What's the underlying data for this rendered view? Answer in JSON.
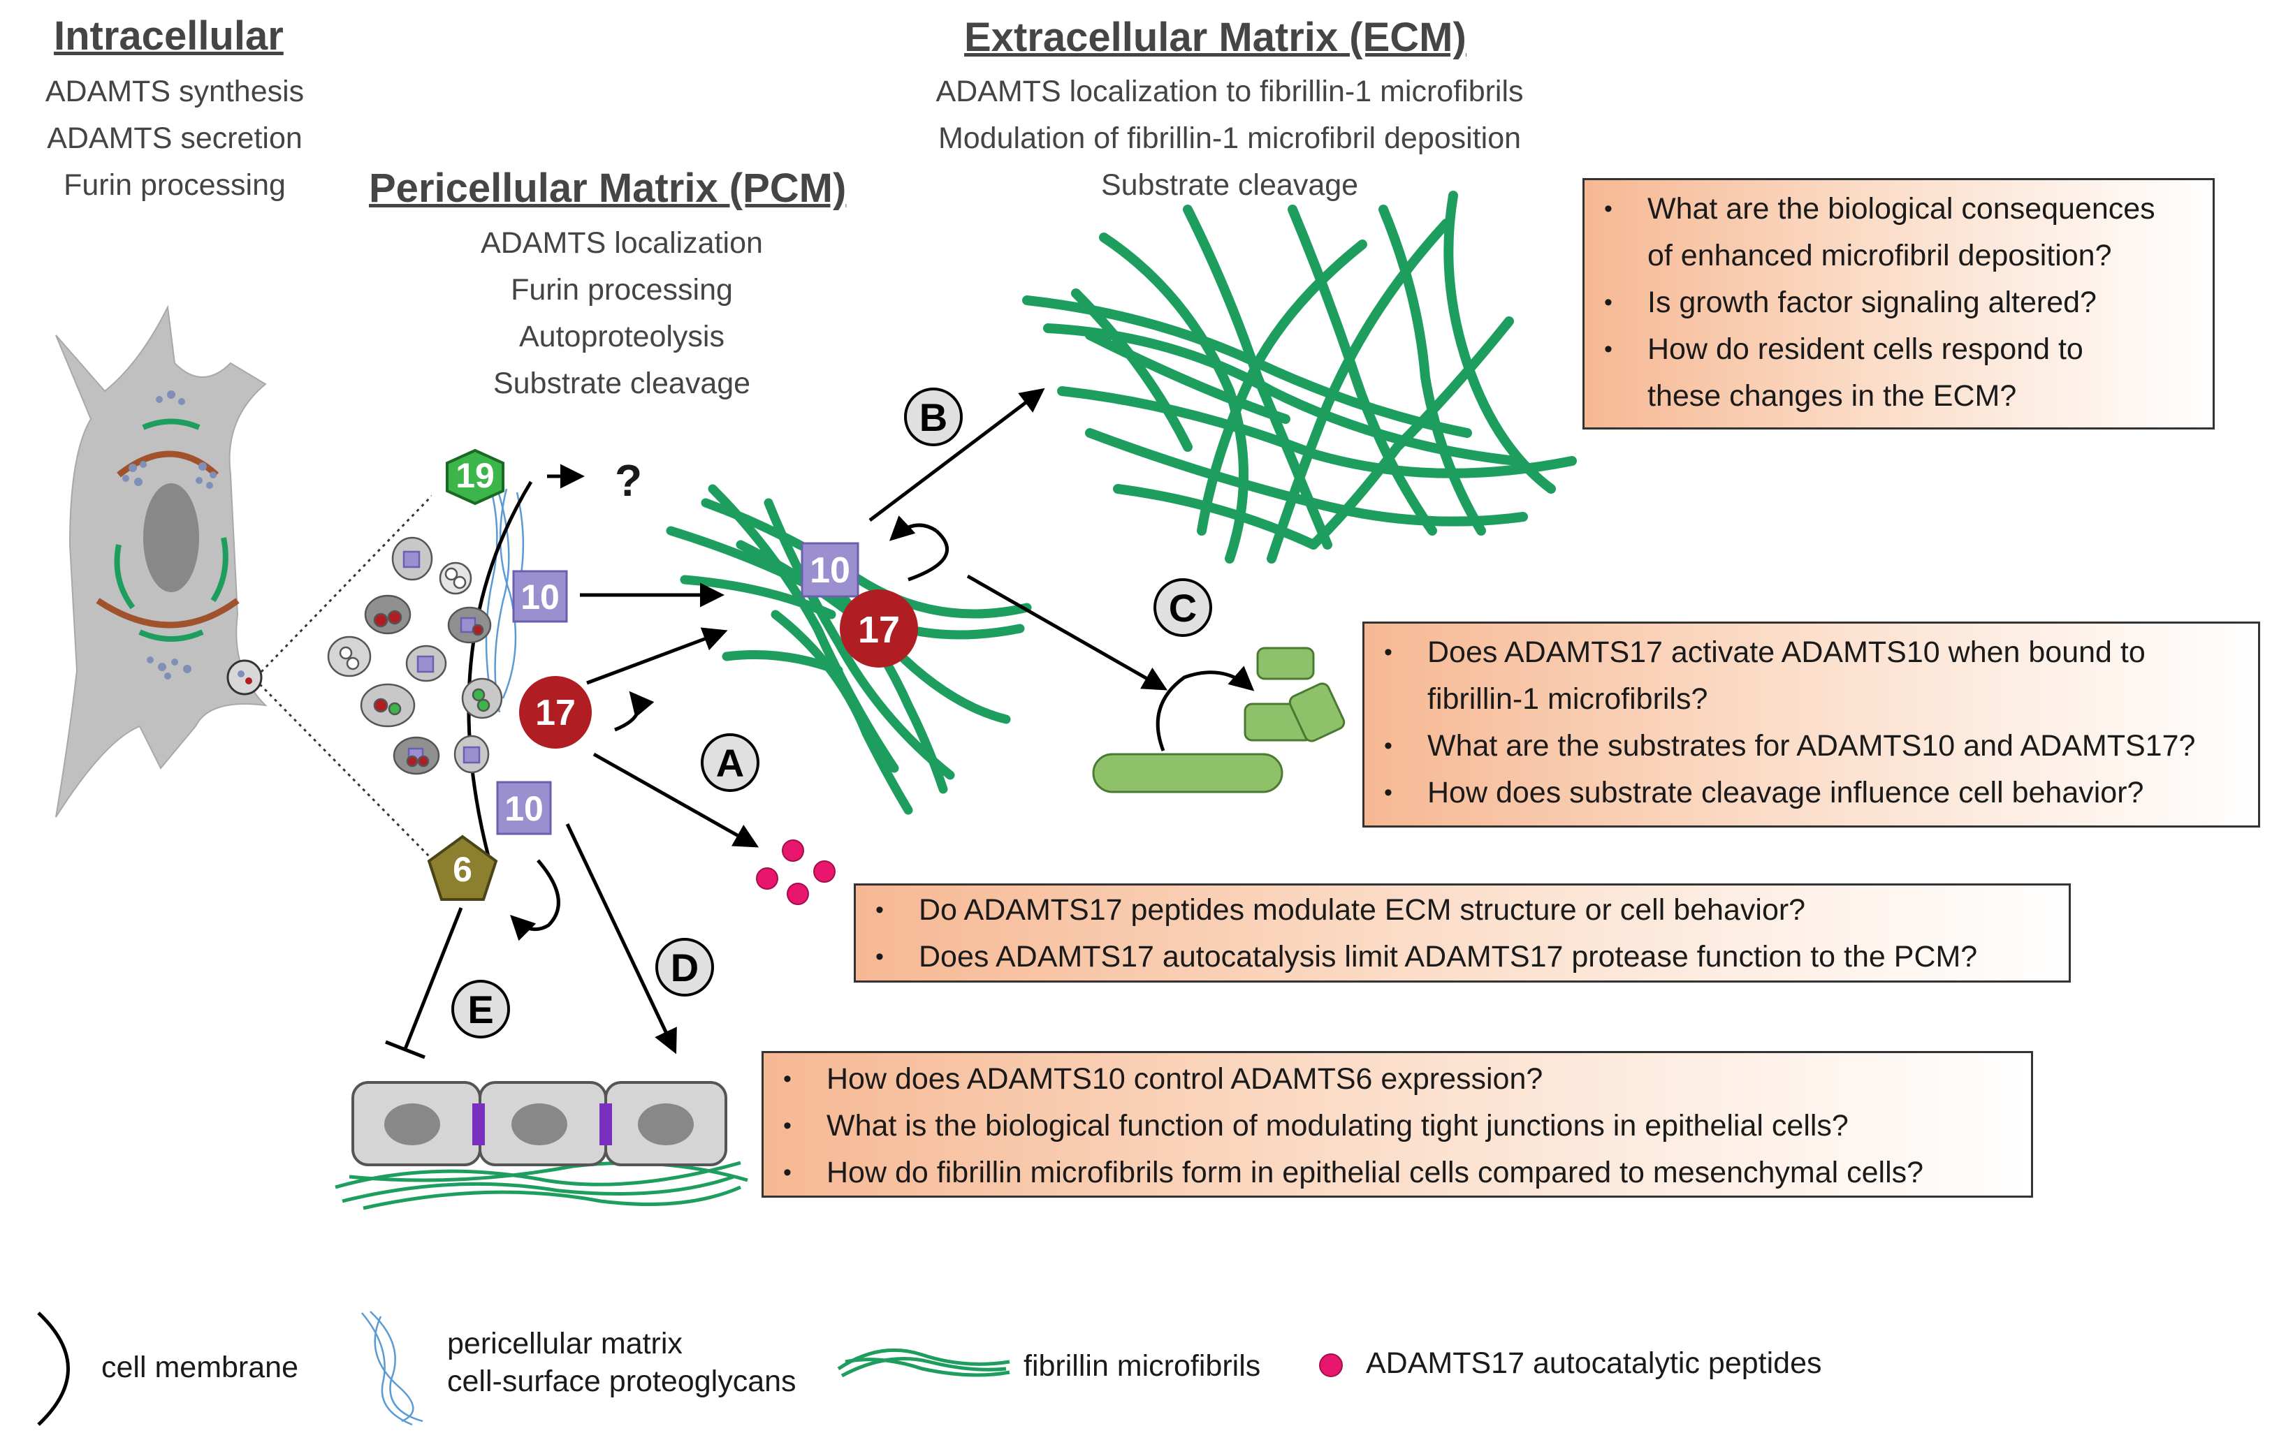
{
  "sections": {
    "intracellular": {
      "title": "Intracellular",
      "items": [
        "ADAMTS synthesis",
        "ADAMTS secretion",
        "Furin processing"
      ]
    },
    "pcm": {
      "title": "Pericellular Matrix (PCM)",
      "items": [
        "ADAMTS localization",
        "Furin processing",
        "Autoproteolysis",
        "Substrate cleavage"
      ]
    },
    "ecm": {
      "title": "Extracellular Matrix (ECM)",
      "items": [
        "ADAMTS localization to fibrillin-1 microfibrils",
        "Modulation of fibrillin-1 microfibril deposition",
        "Substrate cleavage"
      ]
    }
  },
  "markers": {
    "adamts19": "19",
    "adamts10": "10",
    "adamts17": "17",
    "adamts6": "6",
    "unknown": "?"
  },
  "pathway_labels": [
    "A",
    "B",
    "C",
    "D",
    "E"
  ],
  "question_boxes": {
    "b": [
      "What are the biological consequences",
      "of enhanced microfibril deposition?",
      "Is growth factor signaling altered?",
      "How do resident cells respond to",
      "these changes in the ECM?"
    ],
    "c": [
      "Does ADAMTS17 activate ADAMTS10 when bound to",
      "fibrillin-1 microfibrils?",
      "What are the substrates for ADAMTS10 and ADAMTS17?",
      "How does substrate cleavage influence cell behavior?"
    ],
    "a": [
      "Do ADAMTS17 peptides modulate ECM structure or cell behavior?",
      "Does ADAMTS17 autocatalysis limit ADAMTS17 protease function to the PCM?"
    ],
    "de": [
      "How does ADAMTS10 control ADAMTS6 expression?",
      "What is the biological function of modulating tight junctions in epithelial cells?",
      "How do fibrillin microfibrils form in epithelial cells compared to mesenchymal cells?"
    ]
  },
  "legend": {
    "membrane": "cell membrane",
    "proteoglycans_line1": "pericellular matrix",
    "proteoglycans_line2": "cell-surface proteoglycans",
    "microfibrils": "fibrillin microfibrils",
    "peptides": "ADAMTS17 autocatalytic peptides"
  },
  "colors": {
    "fibrillin": "#1e9e5e",
    "adamts17": "#b01e23",
    "adamts10": "#9b8fd0",
    "adamts19": "#3cb54a",
    "adamts6": "#8c7f2e",
    "peptide": "#e8176d",
    "substrate": "#8fc16b",
    "box_orange": "#f6b893"
  }
}
